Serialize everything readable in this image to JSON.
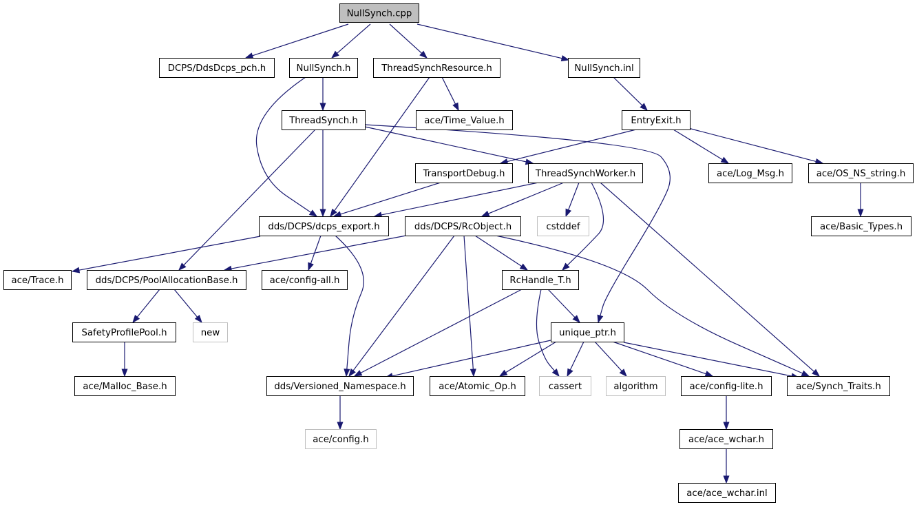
{
  "diagram": {
    "nodes": [
      {
        "id": "n0",
        "label": "NullSynch.cpp",
        "kind": "root"
      },
      {
        "id": "n1",
        "label": "DCPS/DdsDcps_pch.h",
        "kind": "file"
      },
      {
        "id": "n2",
        "label": "NullSynch.h",
        "kind": "file"
      },
      {
        "id": "n3",
        "label": "ThreadSynchResource.h",
        "kind": "file"
      },
      {
        "id": "n4",
        "label": "NullSynch.inl",
        "kind": "file"
      },
      {
        "id": "n5",
        "label": "ThreadSynch.h",
        "kind": "file"
      },
      {
        "id": "n6",
        "label": "ace/Time_Value.h",
        "kind": "file"
      },
      {
        "id": "n7",
        "label": "EntryExit.h",
        "kind": "file"
      },
      {
        "id": "n8",
        "label": "TransportDebug.h",
        "kind": "file"
      },
      {
        "id": "n9",
        "label": "ThreadSynchWorker.h",
        "kind": "file"
      },
      {
        "id": "n10",
        "label": "ace/Log_Msg.h",
        "kind": "file"
      },
      {
        "id": "n11",
        "label": "ace/OS_NS_string.h",
        "kind": "file"
      },
      {
        "id": "n12",
        "label": "dds/DCPS/dcps_export.h",
        "kind": "file"
      },
      {
        "id": "n13",
        "label": "dds/DCPS/RcObject.h",
        "kind": "file"
      },
      {
        "id": "n14",
        "label": "cstddef",
        "kind": "external"
      },
      {
        "id": "n15",
        "label": "ace/Basic_Types.h",
        "kind": "file"
      },
      {
        "id": "n16",
        "label": "ace/Trace.h",
        "kind": "file"
      },
      {
        "id": "n17",
        "label": "dds/DCPS/PoolAllocationBase.h",
        "kind": "file"
      },
      {
        "id": "n18",
        "label": "ace/config-all.h",
        "kind": "file"
      },
      {
        "id": "n19",
        "label": "RcHandle_T.h",
        "kind": "file"
      },
      {
        "id": "n20",
        "label": "SafetyProfilePool.h",
        "kind": "file"
      },
      {
        "id": "n21",
        "label": "new",
        "kind": "external"
      },
      {
        "id": "n22",
        "label": "unique_ptr.h",
        "kind": "file"
      },
      {
        "id": "n23",
        "label": "ace/Malloc_Base.h",
        "kind": "file"
      },
      {
        "id": "n24",
        "label": "dds/Versioned_Namespace.h",
        "kind": "file"
      },
      {
        "id": "n25",
        "label": "ace/Atomic_Op.h",
        "kind": "file"
      },
      {
        "id": "n26",
        "label": "cassert",
        "kind": "external"
      },
      {
        "id": "n27",
        "label": "algorithm",
        "kind": "external"
      },
      {
        "id": "n28",
        "label": "ace/config-lite.h",
        "kind": "file"
      },
      {
        "id": "n29",
        "label": "ace/Synch_Traits.h",
        "kind": "file"
      },
      {
        "id": "n30",
        "label": "ace/config.h",
        "kind": "external"
      },
      {
        "id": "n31",
        "label": "ace/ace_wchar.h",
        "kind": "file"
      },
      {
        "id": "n32",
        "label": "ace/ace_wchar.inl",
        "kind": "file"
      }
    ],
    "edges": [
      [
        "n0",
        "n1"
      ],
      [
        "n0",
        "n2"
      ],
      [
        "n0",
        "n3"
      ],
      [
        "n0",
        "n4"
      ],
      [
        "n2",
        "n5"
      ],
      [
        "n2",
        "n12"
      ],
      [
        "n3",
        "n6"
      ],
      [
        "n3",
        "n12"
      ],
      [
        "n4",
        "n7"
      ],
      [
        "n5",
        "n12"
      ],
      [
        "n5",
        "n17"
      ],
      [
        "n5",
        "n9"
      ],
      [
        "n5",
        "n22"
      ],
      [
        "n7",
        "n8"
      ],
      [
        "n7",
        "n10"
      ],
      [
        "n7",
        "n11"
      ],
      [
        "n8",
        "n12"
      ],
      [
        "n9",
        "n12"
      ],
      [
        "n9",
        "n13"
      ],
      [
        "n9",
        "n14"
      ],
      [
        "n9",
        "n19"
      ],
      [
        "n9",
        "n29"
      ],
      [
        "n11",
        "n15"
      ],
      [
        "n12",
        "n16"
      ],
      [
        "n12",
        "n18"
      ],
      [
        "n12",
        "n24"
      ],
      [
        "n13",
        "n17"
      ],
      [
        "n13",
        "n19"
      ],
      [
        "n13",
        "n24"
      ],
      [
        "n13",
        "n25"
      ],
      [
        "n13",
        "n29"
      ],
      [
        "n17",
        "n20"
      ],
      [
        "n17",
        "n21"
      ],
      [
        "n19",
        "n22"
      ],
      [
        "n19",
        "n24"
      ],
      [
        "n19",
        "n26"
      ],
      [
        "n20",
        "n23"
      ],
      [
        "n22",
        "n24"
      ],
      [
        "n22",
        "n25"
      ],
      [
        "n22",
        "n26"
      ],
      [
        "n22",
        "n27"
      ],
      [
        "n22",
        "n28"
      ],
      [
        "n22",
        "n29"
      ],
      [
        "n24",
        "n30"
      ],
      [
        "n28",
        "n31"
      ],
      [
        "n31",
        "n32"
      ]
    ]
  }
}
